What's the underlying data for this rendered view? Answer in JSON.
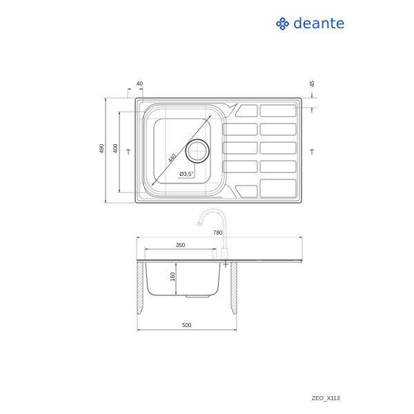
{
  "brand": {
    "name": "deante",
    "logo_icon": "deante-logo-icon",
    "color": "#1f57a3"
  },
  "model_code": "ZEO_X113",
  "top_view": {
    "dimensions": {
      "flange_width": "40",
      "rear_flange": "45",
      "overall_depth": "490",
      "bowl_depth": "400",
      "bowl_diagonal": "440",
      "drain_diameter": "Ø3,5\""
    },
    "drainboard_grid": {
      "columns": 2,
      "rows": 5
    }
  },
  "side_view": {
    "dimensions": {
      "overall_length": "780",
      "bowl_to_tap": "350",
      "bowl_height": "160",
      "cabinet_width": "500"
    }
  },
  "colors": {
    "line": "#444444",
    "dim_line": "#777777",
    "hatch": "#999999"
  }
}
